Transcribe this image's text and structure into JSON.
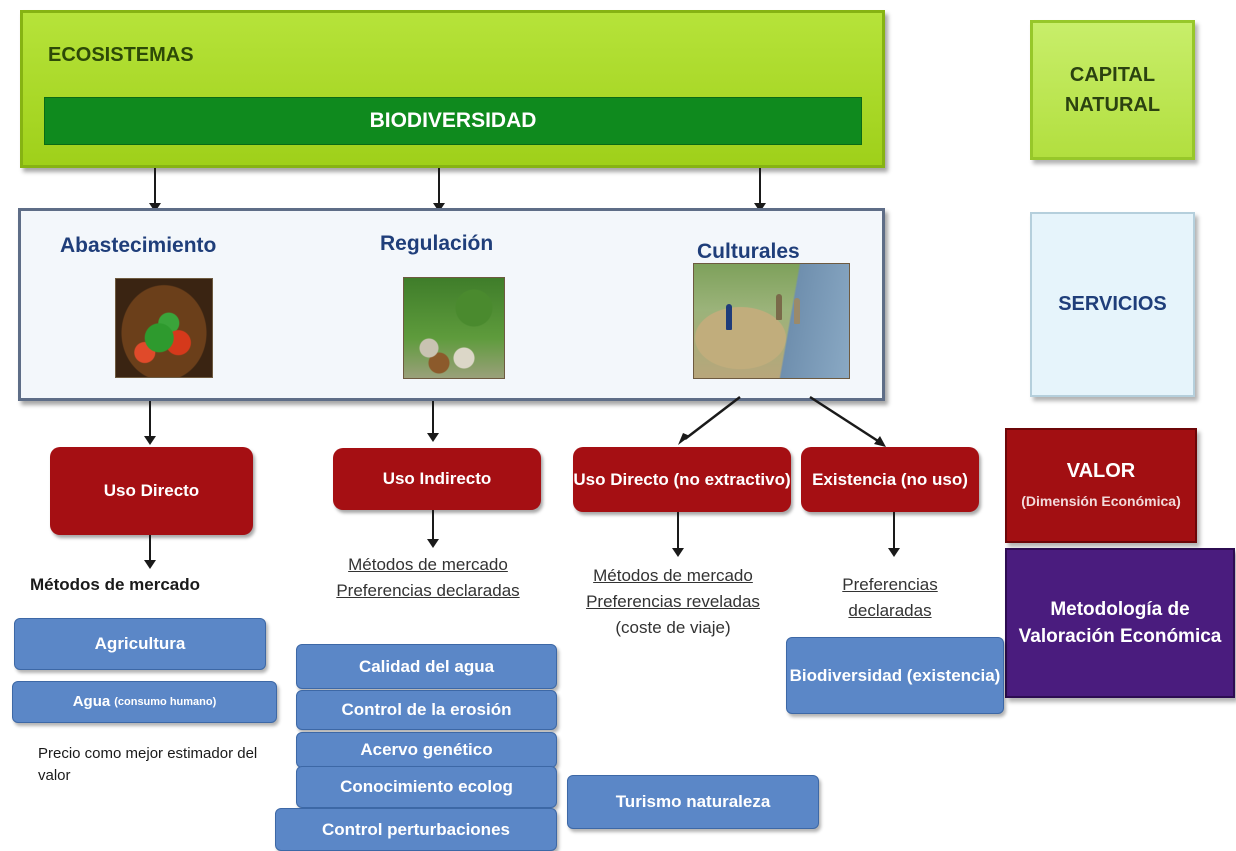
{
  "ecosistemas": {
    "title": "ECOSISTEMAS",
    "band": "BIODIVERSIDAD"
  },
  "side_labels": {
    "capital_natural": "CAPITAL NATURAL",
    "servicios": "SERVICIOS",
    "valor_title": "VALOR",
    "valor_sub": "(Dimensión Económica)",
    "metodologia": "Metodología de Valoración Económica"
  },
  "services": {
    "abastecimiento": "Abastecimiento",
    "regulacion": "Regulación",
    "culturales": "Culturales"
  },
  "value_types": {
    "uso_directo": "Uso Directo",
    "uso_indirecto": "Uso Indirecto",
    "uso_directo_no_extractivo": "Uso Directo (no extractivo)",
    "existencia": "Existencia (no uso)"
  },
  "methods": {
    "directo": "Métodos de mercado",
    "indirecto_1": "Métodos de mercado",
    "indirecto_2": "Preferencias declaradas",
    "no_extractivo_1": "Métodos de mercado",
    "no_extractivo_2": "Preferencias reveladas",
    "no_extractivo_3": " (coste de viaje)",
    "existencia": "Preferencias declaradas"
  },
  "items": {
    "agricultura": "Agricultura",
    "agua": "Agua",
    "agua_note": "(consumo humano)",
    "precio_note": "Precio como mejor estimador del valor",
    "calidad_agua": "Calidad del agua",
    "control_erosion": "Control de la erosión",
    "acervo_genetico": "Acervo genético",
    "conocimiento_ecolog": "Conocimiento ecolog",
    "control_perturbaciones": "Control perturbaciones",
    "turismo_naturaleza": "Turismo naturaleza",
    "biodiversidad_existencia": "Biodiversidad (existencia)"
  },
  "colors": {
    "ecosystem_green": "#a8d82a",
    "biodiversity_green": "#0f8a1e",
    "value_red": "#a50f13",
    "method_purple": "#4a1c7e",
    "item_blue": "#5b87c7",
    "text_navy": "#1f3e7a"
  }
}
